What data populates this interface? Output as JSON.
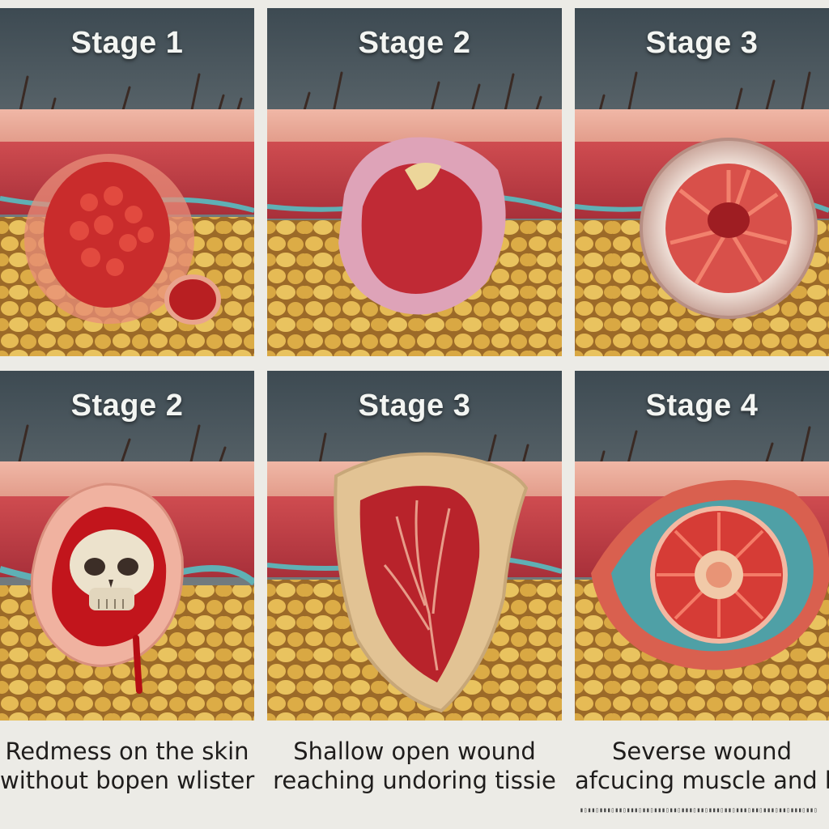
{
  "panels": [
    {
      "title": "Stage 1"
    },
    {
      "title": "Stage 2"
    },
    {
      "title": "Stage 3"
    },
    {
      "title": "Stage 2"
    },
    {
      "title": "Stage 3"
    },
    {
      "title": "Stage 4"
    }
  ],
  "captions": [
    {
      "line1": "Redmess on the skin",
      "line2": "without bopen wlister"
    },
    {
      "line1": "Shallow open wound",
      "line2": "reaching undoring tissie"
    },
    {
      "line1": "Severse wound",
      "line2": "afcucing muscle and bo"
    }
  ],
  "colors": {
    "skin": "#e8a898",
    "dermis": "#c2434a",
    "fat": "#e2b44e",
    "background": "#ecebe6"
  }
}
